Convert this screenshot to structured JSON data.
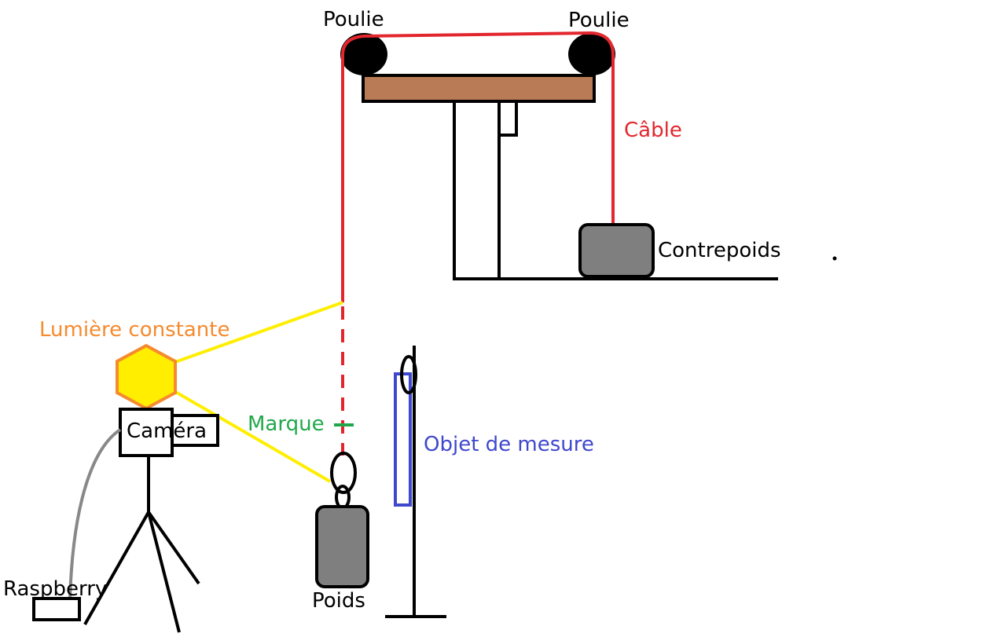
{
  "labels": {
    "pulley_left": "Poulie",
    "pulley_right": "Poulie",
    "cable": "Câble",
    "counterweight": "Contrepoids",
    "light": "Lumière constante",
    "mark": "Marque",
    "measure_object": "Objet de mesure",
    "camera": "Caméra",
    "raspberry": "Raspberry",
    "weight": "Poids"
  },
  "colors": {
    "cable": "#e3262e",
    "light_fill": "#ffee00",
    "light_stroke": "#f58a2e",
    "light_beam": "#ffee00",
    "light_label": "#f58a2e",
    "mark": "#22a84a",
    "measure": "#3f48cc",
    "wood": "#b97a56",
    "weight_fill": "#7f7f7f",
    "cable_label": "#e3262e",
    "wire": "#888888",
    "ink": "#000000"
  }
}
